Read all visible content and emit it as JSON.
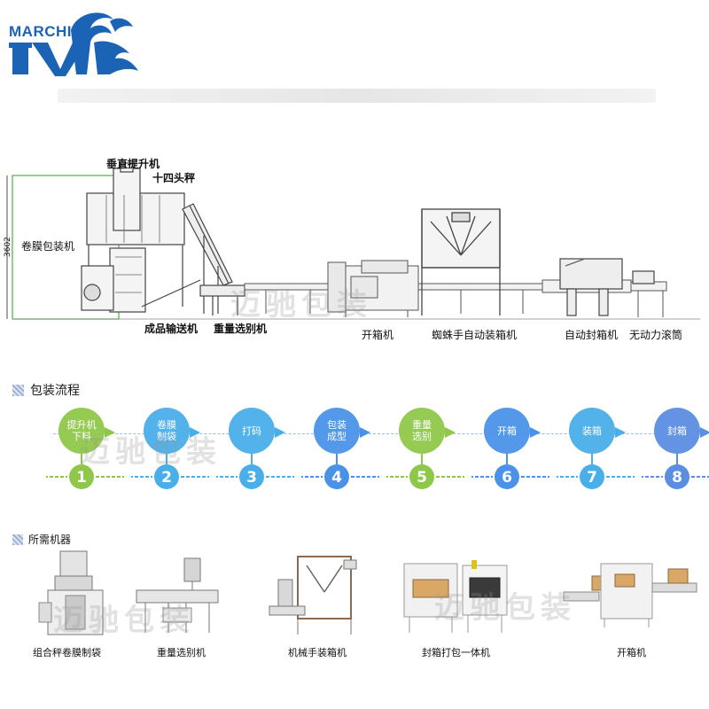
{
  "brand": {
    "name": "MARCHI"
  },
  "line_callouts": {
    "elevator": "垂直提升机",
    "weigher14": "十四头秤",
    "bagger": "卷膜包装机",
    "height_dim": "3602",
    "product_conveyor": "成品输送机",
    "checkweigher": "重量选别机",
    "carton_erector": "开箱机",
    "spider_packer": "蜘蛛手自动装箱机",
    "case_sealer": "自动封箱机",
    "roller": "无动力滚筒"
  },
  "watermark": {
    "text": "迈驰包装"
  },
  "process": {
    "title": "包装流程",
    "steps": [
      {
        "label": "提升机\n下料",
        "num": "1",
        "color": "#8fc74a"
      },
      {
        "label": "卷膜\n制袋",
        "num": "2",
        "color": "#4aaee8"
      },
      {
        "label": "打码",
        "num": "3",
        "color": "#4aaee8"
      },
      {
        "label": "包装\n成型",
        "num": "4",
        "color": "#4a92e8"
      },
      {
        "label": "重量\n选别",
        "num": "5",
        "color": "#8fc74a"
      },
      {
        "label": "开箱",
        "num": "6",
        "color": "#4a92e8"
      },
      {
        "label": "装箱",
        "num": "7",
        "color": "#4aaee8"
      },
      {
        "label": "封箱",
        "num": "8",
        "color": "#5b8de0"
      }
    ]
  },
  "machines": {
    "title": "所需机器",
    "items": [
      {
        "name": "组合秤卷膜制袋"
      },
      {
        "name": "重量选别机"
      },
      {
        "name": "机械手装箱机"
      },
      {
        "name": "封箱打包一体机"
      },
      {
        "name": "开箱机"
      }
    ]
  }
}
